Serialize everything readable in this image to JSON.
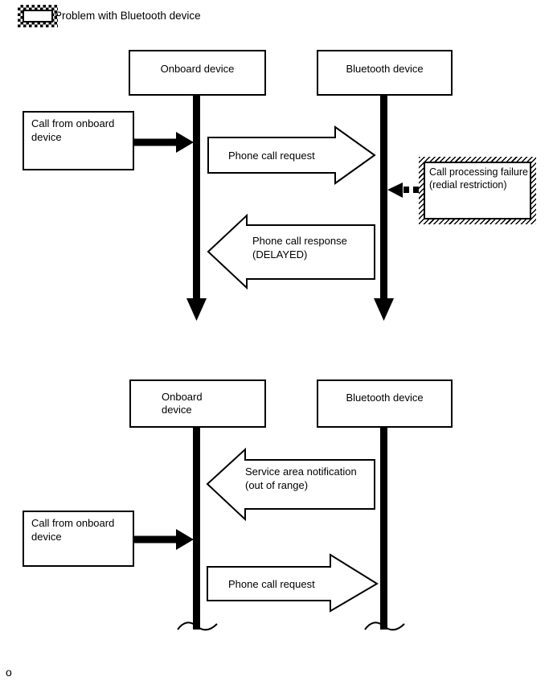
{
  "colors": {
    "ink": "#000000",
    "paper": "#ffffff"
  },
  "legend": {
    "label": "Problem with Bluetooth device"
  },
  "sequence1": {
    "onboard_label": "Onboard device",
    "bluetooth_label": "Bluetooth device",
    "call_box": {
      "line1": "Call from onboard",
      "line2": "device"
    },
    "request_arrow_label": "Phone call request",
    "failure_box": {
      "line1": "Call processing failure",
      "line2": "(redial restriction)"
    },
    "response_arrow": {
      "line1": "Phone call response",
      "line2": "(DELAYED)"
    }
  },
  "sequence2": {
    "onboard_label": {
      "line1": "Onboard",
      "line2": "device"
    },
    "bluetooth_label": "Bluetooth device",
    "service_arrow": {
      "line1": "Service area notification",
      "line2": "(out of range)"
    },
    "call_box": {
      "line1": "Call from onboard",
      "line2": "device"
    },
    "request_arrow_label": "Phone call request"
  },
  "footer": {
    "marker": "o"
  }
}
